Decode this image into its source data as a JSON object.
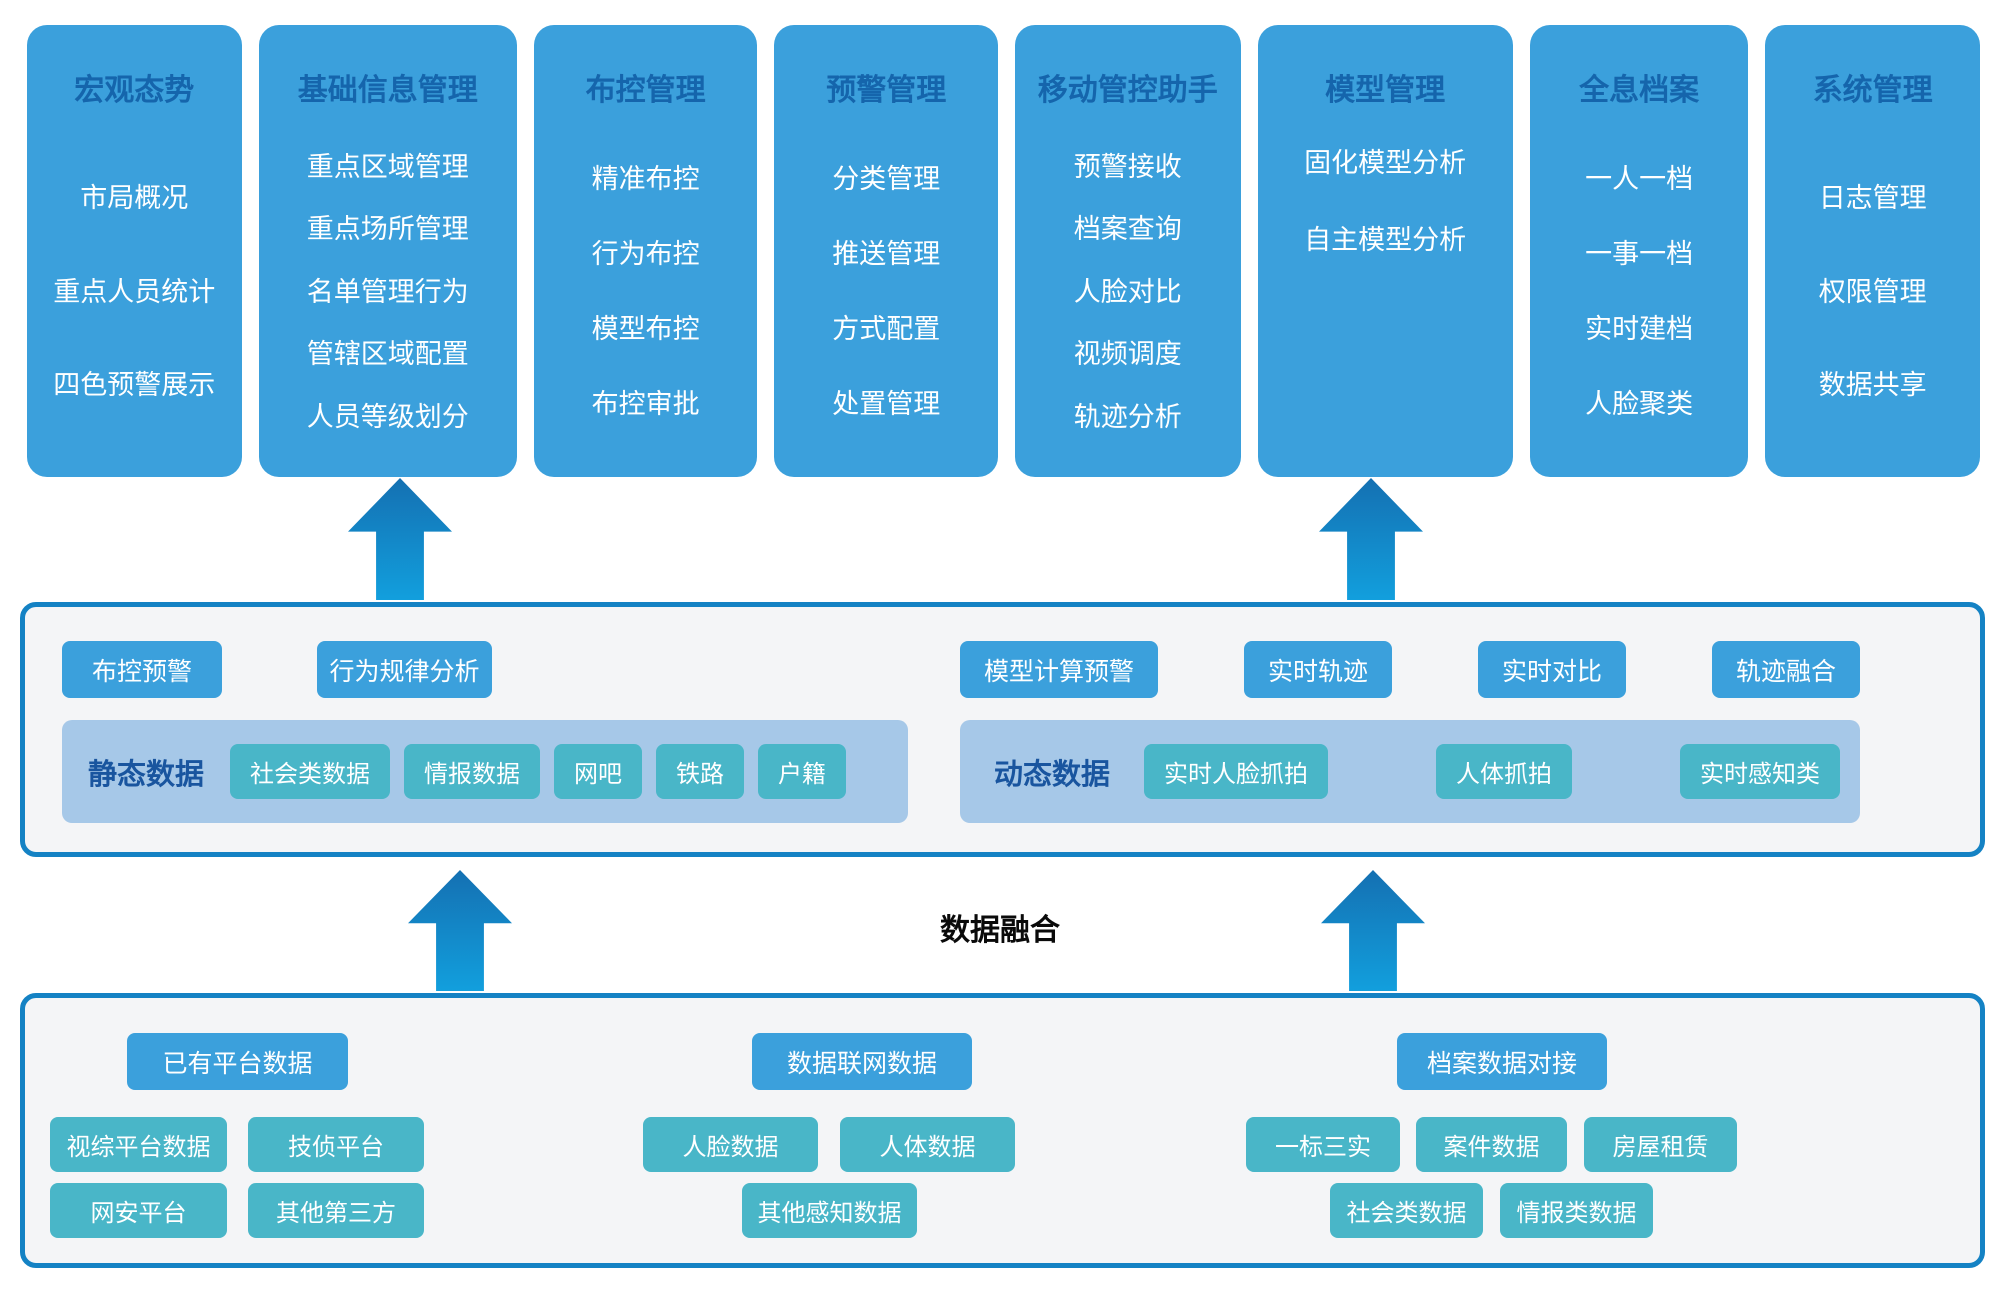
{
  "colors": {
    "card_blue": "#3ba0dc",
    "card_title_blue": "#1565ac",
    "teal_chip": "#49b6c8",
    "light_band_blue": "#a6c8e8",
    "band_label_blue": "#19559f",
    "panel_background": "#f4f5f7",
    "panel_border_blue": "#1482c4",
    "arrow_gradient_top": "#1470b2",
    "arrow_gradient_bottom": "#129fdd"
  },
  "modules": [
    {
      "title": "宏观态势",
      "items": [
        "市局概况",
        "重点人员统计",
        "四色预警展示"
      ]
    },
    {
      "title": "基础信息管理",
      "items": [
        "重点区域管理",
        "重点场所管理",
        "名单管理行为",
        "管辖区域配置",
        "人员等级划分"
      ]
    },
    {
      "title": "布控管理",
      "items": [
        "精准布控",
        "行为布控",
        "模型布控",
        "布控审批"
      ]
    },
    {
      "title": "预警管理",
      "items": [
        "分类管理",
        "推送管理",
        "方式配置",
        "处置管理"
      ]
    },
    {
      "title": "移动管控助手",
      "items": [
        "预警接收",
        "档案查询",
        "人脸对比",
        "视频调度",
        "轨迹分析"
      ]
    },
    {
      "title": "模型管理",
      "items": [
        "固化模型分析",
        "自主模型分析"
      ]
    },
    {
      "title": "全息档案",
      "items": [
        "一人一档",
        "一事一档",
        "实时建档",
        "人脸聚类"
      ]
    },
    {
      "title": "系统管理",
      "items": [
        "日志管理",
        "权限管理",
        "数据共享"
      ]
    }
  ],
  "analysis": {
    "static": {
      "buttons": [
        "布控预警",
        "行为规律分析"
      ],
      "label": "静态数据",
      "chips": [
        "社会类数据",
        "情报数据",
        "网吧",
        "铁路",
        "户籍"
      ]
    },
    "dynamic": {
      "buttons": [
        "模型计算预警",
        "实时轨迹",
        "实时对比",
        "轨迹融合"
      ],
      "label": "动态数据",
      "chips": [
        "实时人脸抓拍",
        "人体抓拍",
        "实时感知类"
      ]
    }
  },
  "fusion": {
    "label": "数据融合"
  },
  "sources": {
    "groups": [
      {
        "header": "已有平台数据",
        "chips": [
          "视综平台数据",
          "技侦平台",
          "网安平台",
          "其他第三方"
        ]
      },
      {
        "header": "数据联网数据",
        "chips": [
          "人脸数据",
          "人体数据",
          "其他感知数据"
        ]
      },
      {
        "header": "档案数据对接",
        "chips": [
          "一标三实",
          "案件数据",
          "房屋租赁",
          "社会类数据",
          "情报类数据"
        ]
      }
    ]
  }
}
